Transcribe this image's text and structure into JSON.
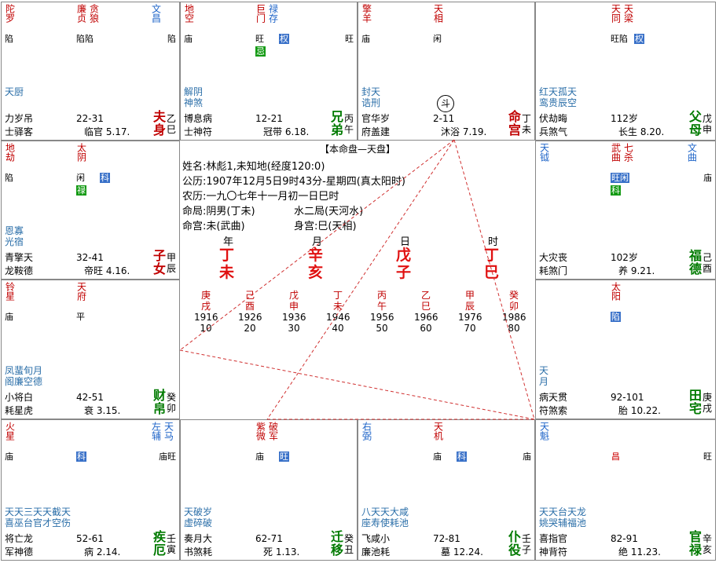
{
  "cells": [
    {
      "id": "si",
      "major": [
        {
          "c": "廉贞",
          "cls": "red"
        },
        {
          "c": "贪狼",
          "cls": "red"
        }
      ],
      "minor": [
        {
          "c": "陀罗",
          "cls": "red"
        },
        {
          "c": "文昌",
          "cls": "blue"
        }
      ],
      "brt": "陷",
      "brt2": "陷陷",
      "brt3": "陷",
      "tag": "",
      "misc": "天厨",
      "god1": "力岁吊",
      "god2": "士驿客",
      "age": "22-31",
      "stage": "临官 5.17.",
      "palace": "夫身",
      "branch": "乙巳"
    },
    {
      "id": "wu",
      "major": [
        {
          "c": "巨门",
          "cls": "red"
        },
        {
          "c": "禄存",
          "cls": "blue"
        }
      ],
      "minor": [
        {
          "c": "地空",
          "cls": "red"
        }
      ],
      "brt": "庙",
      "brt2": "旺",
      "tag": "权",
      "tag2": "忌",
      "brt3": "旺",
      "misc": "解阴 神煞",
      "god1": "博息病",
      "god2": "士神符",
      "age": "12-21",
      "stage": "冠带 6.18.",
      "palace": "兄弟",
      "branch": "丙午"
    },
    {
      "id": "wei",
      "major": [
        {
          "c": "天相",
          "cls": "red"
        }
      ],
      "minor": [
        {
          "c": "擎羊",
          "cls": "red"
        }
      ],
      "brt": "庙",
      "brt2": "闲",
      "misc": "封天 诰刑",
      "god1": "官华岁",
      "god2": "府盖建",
      "age": "2-11",
      "stage": "沐浴 7.19.",
      "palace": "命宫",
      "branch": "丁未",
      "dou": "斗"
    },
    {
      "id": "shen",
      "major": [
        {
          "c": "天同",
          "cls": "red"
        },
        {
          "c": "天梁",
          "cls": "red"
        }
      ],
      "minor": [],
      "brt2": "旺陷",
      "tag": "权",
      "misc": "红天孤天 鸾贵辰空",
      "god1": "伏劫晦",
      "god2": "兵煞气",
      "age": "112岁",
      "stage": "长生 8.20.",
      "palace": "父母",
      "branch": "戊申"
    },
    {
      "id": "chen",
      "major": [
        {
          "c": "太阴",
          "cls": "red"
        }
      ],
      "minor": [
        {
          "c": "地劫",
          "cls": "red"
        }
      ],
      "brt": "陷",
      "brt2": "闲",
      "tag": "科",
      "tag2": "禄",
      "misc": "恩寡 光宿",
      "god1": "青擎天",
      "god2": "龙鞍德",
      "age": "32-41",
      "stage": "帝旺 4.16.",
      "palace": "子女",
      "branch": "甲辰"
    },
    {
      "id": "you",
      "major": [
        {
          "c": "武曲",
          "cls": "red"
        },
        {
          "c": "七杀",
          "cls": "red"
        }
      ],
      "minor": [
        {
          "c": "天钺",
          "cls": "blue"
        },
        {
          "c": "文曲",
          "cls": "blue"
        }
      ],
      "tag": "旺闲",
      "brt3": "庙",
      "tag3": "科",
      "misc": "",
      "god1": "大灾丧",
      "god2": "耗煞门",
      "age": "102岁",
      "stage": "养 9.21.",
      "palace": "福德",
      "branch": "己酉"
    },
    {
      "id": "mao",
      "major": [
        {
          "c": "天府",
          "cls": "red"
        }
      ],
      "minor": [
        {
          "c": "铃星",
          "cls": "red"
        }
      ],
      "brt": "庙",
      "brt2": "平",
      "misc": "凤蜚旬月 阁廉空德",
      "god1": "小将白",
      "god2": "耗星虎",
      "age": "42-51",
      "stage": "衰 3.15.",
      "palace": "财帛",
      "branch": "癸卯"
    },
    {
      "id": "xu",
      "major": [
        {
          "c": "太阳",
          "cls": "red"
        }
      ],
      "minor": [],
      "tag": "陷",
      "misc": "天 月",
      "god1": "病天贯",
      "god2": "符煞索",
      "age": "92-101",
      "stage": "胎 10.22.",
      "palace": "田宅",
      "branch": "庚戌"
    },
    {
      "id": "yin",
      "major": [],
      "minor": [
        {
          "c": "火星",
          "cls": "red"
        },
        {
          "c": "左辅",
          "cls": "blue"
        },
        {
          "c": "天马",
          "cls": "blue"
        }
      ],
      "brt": "庙",
      "tag": "科",
      "brt3": "庙旺",
      "misc": "天天三天天截天 喜巫台官才空伤",
      "god1": "将亡龙",
      "god2": "军神德",
      "age": "52-61",
      "stage": "病 2.14.",
      "palace": "疾厄",
      "branch": "壬寅"
    },
    {
      "id": "chou",
      "major": [
        {
          "c": "紫微",
          "cls": "red"
        },
        {
          "c": "破军",
          "cls": "red"
        }
      ],
      "minor": [],
      "brt2": "庙",
      "tag": "旺",
      "misc": "天破岁 虚碎破",
      "god1": "奏月大",
      "god2": "书煞耗",
      "age": "62-71",
      "stage": "死 1.13.",
      "palace": "迁移",
      "branch": "癸丑"
    },
    {
      "id": "zi",
      "major": [
        {
          "c": "天机",
          "cls": "red"
        }
      ],
      "minor": [
        {
          "c": "右弼",
          "cls": "blue"
        }
      ],
      "brt2": "庙",
      "tag": "科",
      "brt3": "庙",
      "misc": "八天天大咸 座寿使耗池",
      "god1": "飞咸小",
      "god2": "廉池耗",
      "age": "72-81",
      "stage": "墓 12.24.",
      "palace": "仆役",
      "branch": "壬子"
    },
    {
      "id": "hai",
      "major": [],
      "minor": [
        {
          "c": "天魁",
          "cls": "blue"
        }
      ],
      "brt3": "旺",
      "tag": "昌",
      "misc": "天天台天龙 姚哭辅福池",
      "god1": "喜指官",
      "god2": "神背符",
      "age": "82-91",
      "stage": "绝 11.23.",
      "palace": "官禄",
      "branch": "辛亥"
    }
  ],
  "center": {
    "title": "【本命盘—天盘】",
    "name": "姓名:林彪1,未知地(经度120:0)",
    "solar": "公历:1907年12月5日9时43分-星期四(真太阳时)",
    "lunar": "农历:一九〇七年十一月初一日巳时",
    "ju": "命局:阴男(丁未)",
    "ju2": "水二局(天河水)",
    "mg": "命宫:未(武曲)",
    "sg": "身宫:巳(天相)",
    "pillar_labels": [
      "年",
      "月",
      "日",
      "时"
    ],
    "pillars": [
      [
        "丁",
        "未"
      ],
      [
        "辛",
        "亥"
      ],
      [
        "戊",
        "子"
      ],
      [
        "丁",
        "巳"
      ]
    ],
    "dayun": [
      {
        "g": "庚",
        "z": "戌",
        "y": "1916",
        "a": "10"
      },
      {
        "g": "己",
        "z": "酉",
        "y": "1926",
        "a": "20"
      },
      {
        "g": "戊",
        "z": "申",
        "y": "1936",
        "a": "30"
      },
      {
        "g": "丁",
        "z": "未",
        "y": "1946",
        "a": "40"
      },
      {
        "g": "丙",
        "z": "午",
        "y": "1956",
        "a": "50"
      },
      {
        "g": "乙",
        "z": "巳",
        "y": "1966",
        "a": "60"
      },
      {
        "g": "甲",
        "z": "辰",
        "y": "1976",
        "a": "70"
      },
      {
        "g": "癸",
        "z": "卯",
        "y": "1986",
        "a": "80"
      }
    ]
  }
}
